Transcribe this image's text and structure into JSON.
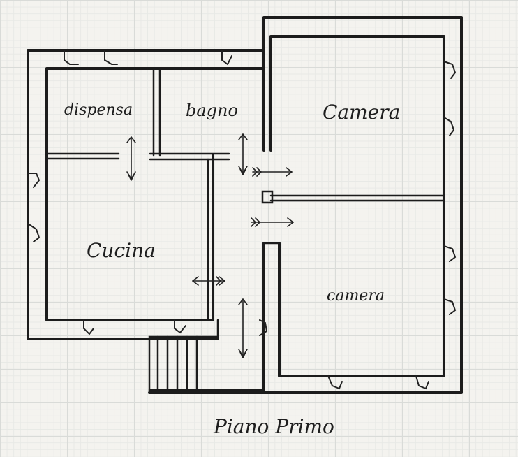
{
  "drawing": {
    "caption": "Piano Primo",
    "rooms": {
      "dispensa": "dispensa",
      "bagno": "bagno",
      "camera_top": "Camera",
      "cucina": "Cucina",
      "camera_bottom": "camera"
    }
  },
  "colors": {
    "ink": "#1c1c1c",
    "paper": "#f4f3ef",
    "grid": "#d9dbd8"
  }
}
